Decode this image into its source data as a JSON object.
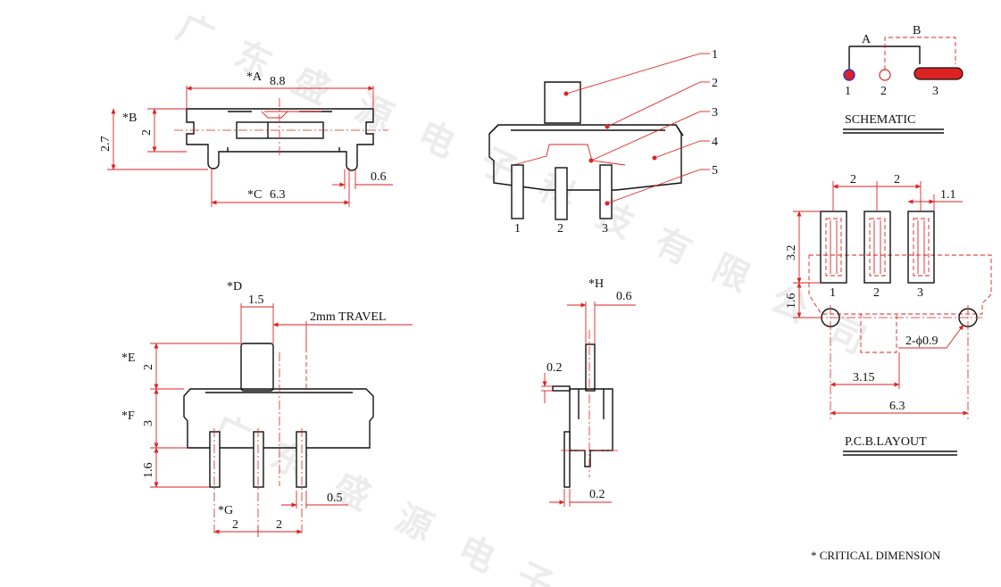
{
  "watermark": {
    "chars": [
      "广",
      "东",
      "盛",
      "源",
      "电",
      "子",
      "科",
      "技",
      "有",
      "限",
      "公",
      "司"
    ]
  },
  "top_view": {
    "dim_a": "*A",
    "dim_a_val": "8.8",
    "dim_b": "*B",
    "dim_b_val": "2",
    "dim_total_h": "2.7",
    "dim_c": "*C",
    "dim_c_val": "6.3",
    "dim_leg": "0.6"
  },
  "iso_view": {
    "callouts": [
      "1",
      "2",
      "3",
      "4",
      "5"
    ],
    "pins": [
      "1",
      "2",
      "3"
    ]
  },
  "schematic": {
    "label_a": "A",
    "label_b": "B",
    "pins": [
      "1",
      "2",
      "3"
    ],
    "title": "SCHEMATIC"
  },
  "front_view": {
    "dim_d": "*D",
    "dim_d_val": "1.5",
    "travel": "2mm TRAVEL",
    "dim_e": "*E",
    "dim_e_val": "2",
    "dim_f": "*F",
    "dim_f_val": "3",
    "dim_pin_len": "1.6",
    "dim_pin_w": "0.5",
    "dim_g": "*G",
    "dim_g_val1": "2",
    "dim_g_val2": "2"
  },
  "side_view": {
    "dim_h": "*H",
    "dim_h_val": "0.6",
    "dim_02a": "0.2",
    "dim_02b": "0.2"
  },
  "pcb_layout": {
    "pitch1": "2",
    "pitch2": "2",
    "pad_w": "1.1",
    "pad_h": "3.2",
    "off": "1.6",
    "pins": [
      "1",
      "2",
      "3"
    ],
    "hole": "2-ϕ0.9",
    "dim_315": "3.15",
    "dim_63": "6.3",
    "title": "P.C.B.LAYOUT"
  },
  "note": "* CRITICAL  DIMENSION",
  "colors": {
    "accent": "#d22222",
    "line": "#111111"
  }
}
